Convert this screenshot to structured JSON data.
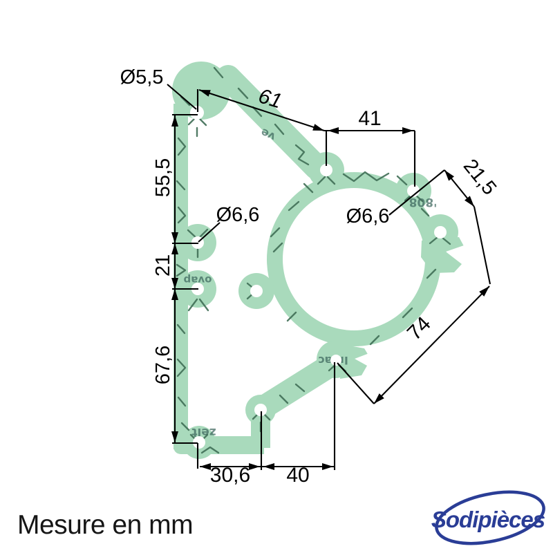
{
  "page": {
    "background": "#ffffff",
    "unit_note": "Mesure en mm"
  },
  "drawing": {
    "type": "technical-dimension-drawing",
    "part": "gasket",
    "colors": {
      "gasket": "#a9dabc",
      "cracks": "#3f6e55",
      "lines": "#000000"
    },
    "dimensions": {
      "hole_top_left": "Ø5,5",
      "top_diagonal": "61",
      "top_width": "41",
      "tab_width": "21,5",
      "hole_left": "Ø6,6",
      "hole_right": "Ø6,6",
      "left_upper": "55,5",
      "left_mid": "21",
      "left_lower": "67,6",
      "bottom_left_width": "30,6",
      "bottom_right_width": "40",
      "diagonal_right": "74"
    },
    "stamps": {
      "stamp_inac": "In.ac",
      "stamp_zelt": "zelt",
      "stamp_ovap": "ovap",
      "stamp_808": "'808",
      "stamp_ve": "ve"
    }
  },
  "logo": {
    "text": "Sodipièces",
    "color": "#2a3d96"
  }
}
